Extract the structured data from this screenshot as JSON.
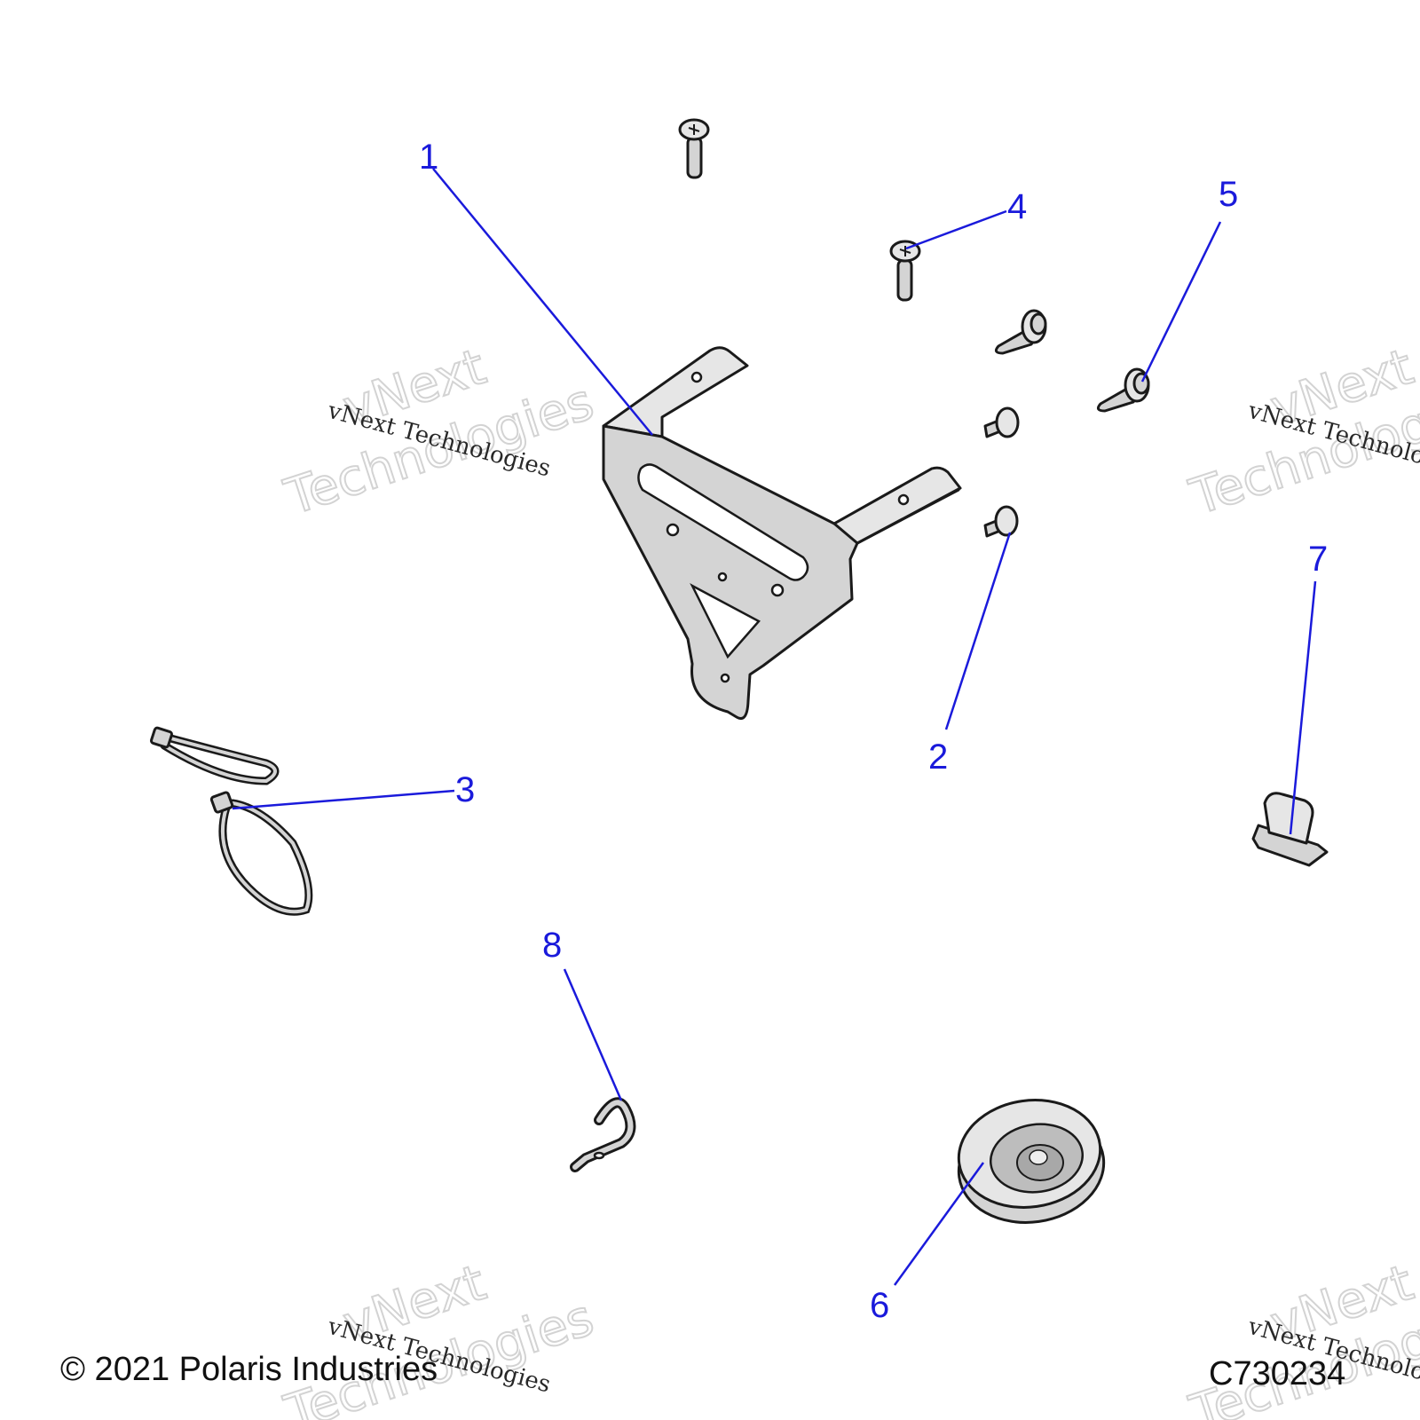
{
  "callouts": {
    "c1": "1",
    "c2": "2",
    "c3": "3",
    "c4": "4",
    "c5": "5",
    "c6": "6",
    "c7": "7",
    "c8": "8"
  },
  "watermark": {
    "line_small": "vNext Technologies",
    "line_big_1": "vNext",
    "line_big_2": "Technologies"
  },
  "footer": {
    "copyright": "© 2021 Polaris Industries",
    "drawing_id": "C730234"
  },
  "colors": {
    "callout": "#1a1adb",
    "part_fill": "#d4d4d4",
    "outline": "#1a1a1a"
  }
}
